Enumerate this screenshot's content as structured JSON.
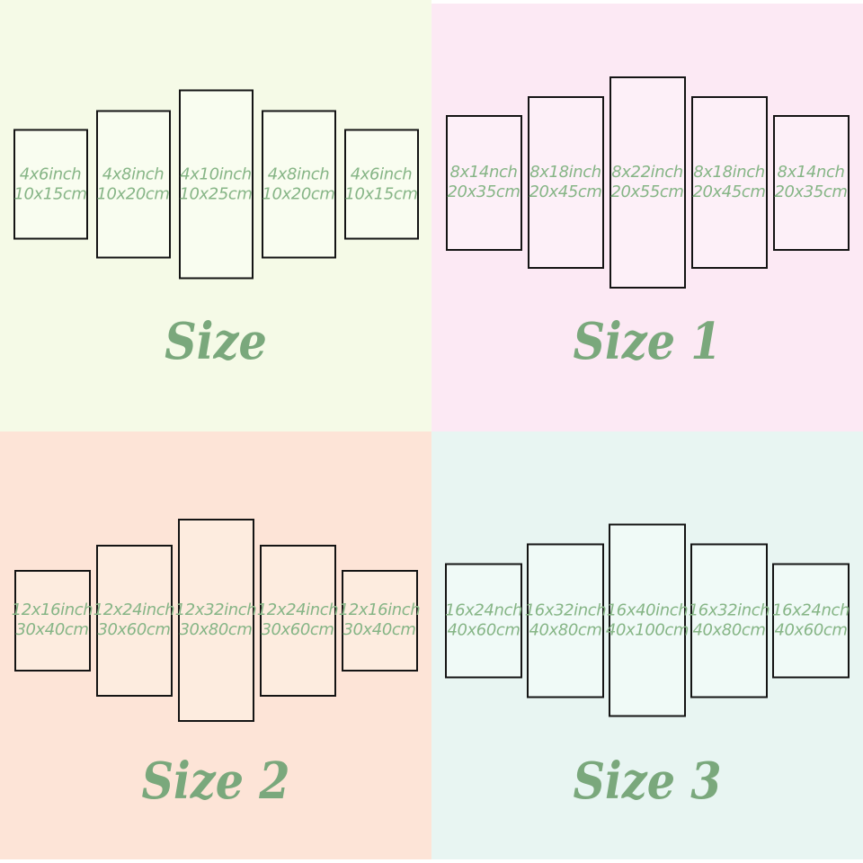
{
  "page": {
    "background": "#ffffff"
  },
  "colors": {
    "title_green": "#7aa87c",
    "panel_text_green": "#86b586",
    "panel_border": "#141414"
  },
  "quadrants": [
    {
      "name": "size",
      "title": "Size",
      "background": "#f5fae7",
      "panel_fill": "#f9fdf0",
      "panels": [
        {
          "inches": "4x6inch",
          "cm": "10x15cm"
        },
        {
          "inches": "4x8inch",
          "cm": "10x20cm"
        },
        {
          "inches": "4x10inch",
          "cm": "10x25cm"
        },
        {
          "inches": "4x8inch",
          "cm": "10x20cm"
        },
        {
          "inches": "4x6inch",
          "cm": "10x15cm"
        }
      ]
    },
    {
      "name": "size-1",
      "title": "Size 1",
      "background": "#fce9f4",
      "panel_fill": "#fdf0f8",
      "panels": [
        {
          "inches": "8x14nch",
          "cm": "20x35cm"
        },
        {
          "inches": "8x18inch",
          "cm": "20x45cm"
        },
        {
          "inches": "8x22inch",
          "cm": "20x55cm"
        },
        {
          "inches": "8x18inch",
          "cm": "20x45cm"
        },
        {
          "inches": "8x14nch",
          "cm": "20x35cm"
        }
      ]
    },
    {
      "name": "size-2",
      "title": "Size 2",
      "background": "#fde4d7",
      "panel_fill": "#fdecdf",
      "panels": [
        {
          "inches": "12x16inch",
          "cm": "30x40cm"
        },
        {
          "inches": "12x24inch",
          "cm": "30x60cm"
        },
        {
          "inches": "12x32inch",
          "cm": "30x80cm"
        },
        {
          "inches": "12x24inch",
          "cm": "30x60cm"
        },
        {
          "inches": "12x16inch",
          "cm": "30x40cm"
        }
      ]
    },
    {
      "name": "size-3",
      "title": "Size 3",
      "background": "#e8f5f2",
      "panel_fill": "#f0faf7",
      "panels": [
        {
          "inches": "16x24nch",
          "cm": "40x60cm"
        },
        {
          "inches": "16x32inch",
          "cm": "40x80cm"
        },
        {
          "inches": "16x40inch",
          "cm": "40x100cm"
        },
        {
          "inches": "16x32inch",
          "cm": "40x80cm"
        },
        {
          "inches": "16x24nch",
          "cm": "40x60cm"
        }
      ]
    }
  ]
}
